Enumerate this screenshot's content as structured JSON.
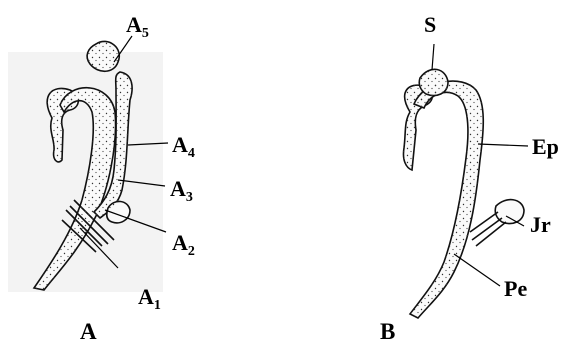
{
  "figure": {
    "panels": [
      {
        "id": "A",
        "label": "A",
        "annotations": [
          {
            "base": "A",
            "sub": "5"
          },
          {
            "base": "A",
            "sub": "4"
          },
          {
            "base": "A",
            "sub": "3"
          },
          {
            "base": "A",
            "sub": "2"
          },
          {
            "base": "A",
            "sub": "1"
          }
        ]
      },
      {
        "id": "B",
        "label": "B",
        "annotations": [
          {
            "text": "S"
          },
          {
            "text": "Ep"
          },
          {
            "text": "Jr"
          },
          {
            "text": "Pe"
          }
        ]
      }
    ],
    "colors": {
      "ink": "#000000",
      "fill": "#f7f7f7",
      "wash": "#e9e9e9"
    }
  }
}
